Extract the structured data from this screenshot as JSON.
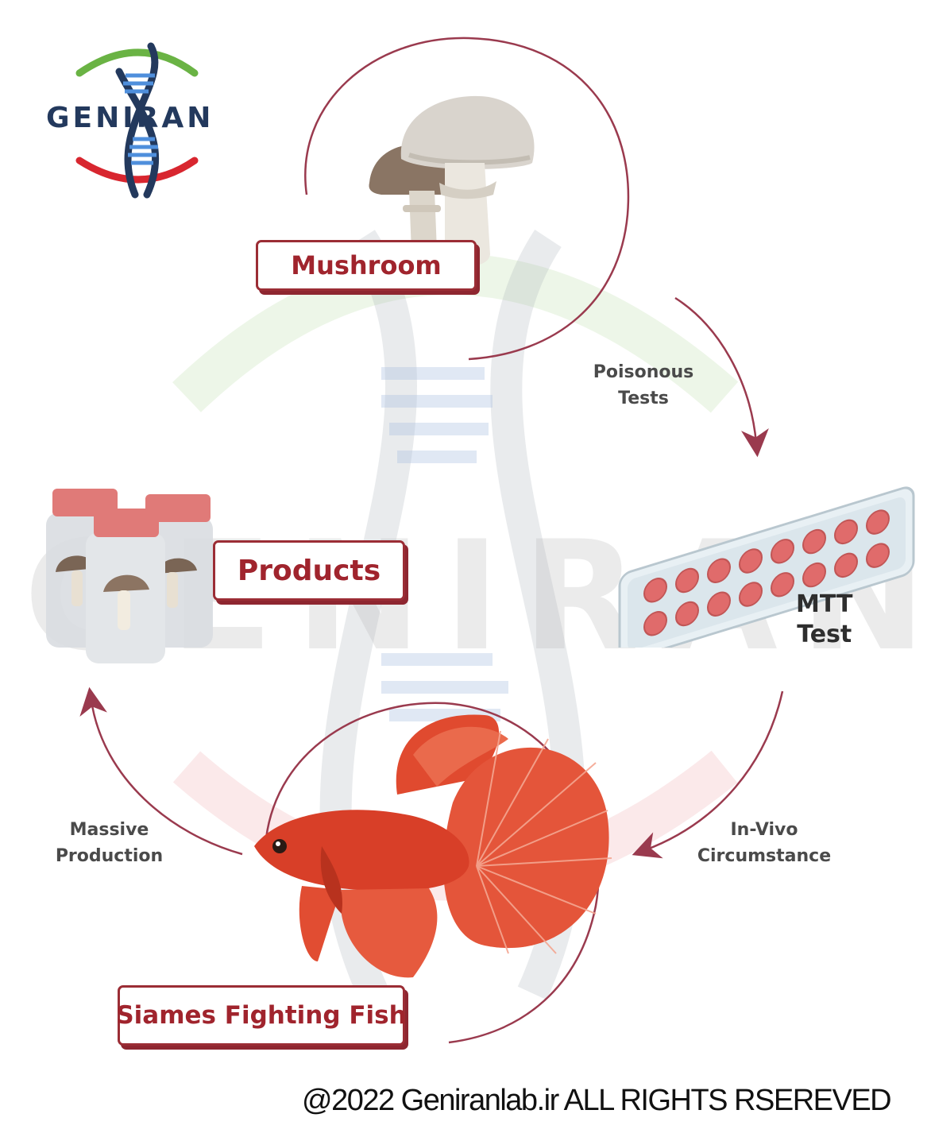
{
  "logo": {
    "text": "GENIRAN"
  },
  "watermark": {
    "text": "GENIRAN"
  },
  "nodes": {
    "mushroom": "Mushroom",
    "products": "Products",
    "fish": "Siames Fighting Fish",
    "mtt": [
      "MTT",
      "Test"
    ]
  },
  "arrows": {
    "poisonous": [
      "Poisonous",
      "Tests"
    ],
    "in_vivo": [
      "In-Vivo",
      "Circumstance"
    ],
    "massive": [
      "Massive",
      "Production"
    ]
  },
  "colors": {
    "accent_red": "#9b2d35",
    "arrow": "#9a3a4e",
    "logo_green": "#6ab344",
    "logo_red": "#d8262f",
    "logo_navy": "#23395d",
    "fish_orange": "#e4553a"
  },
  "footer": {
    "copyright": "@2022 Geniranlab.ir ALL RIGHTS RSEREVED"
  }
}
